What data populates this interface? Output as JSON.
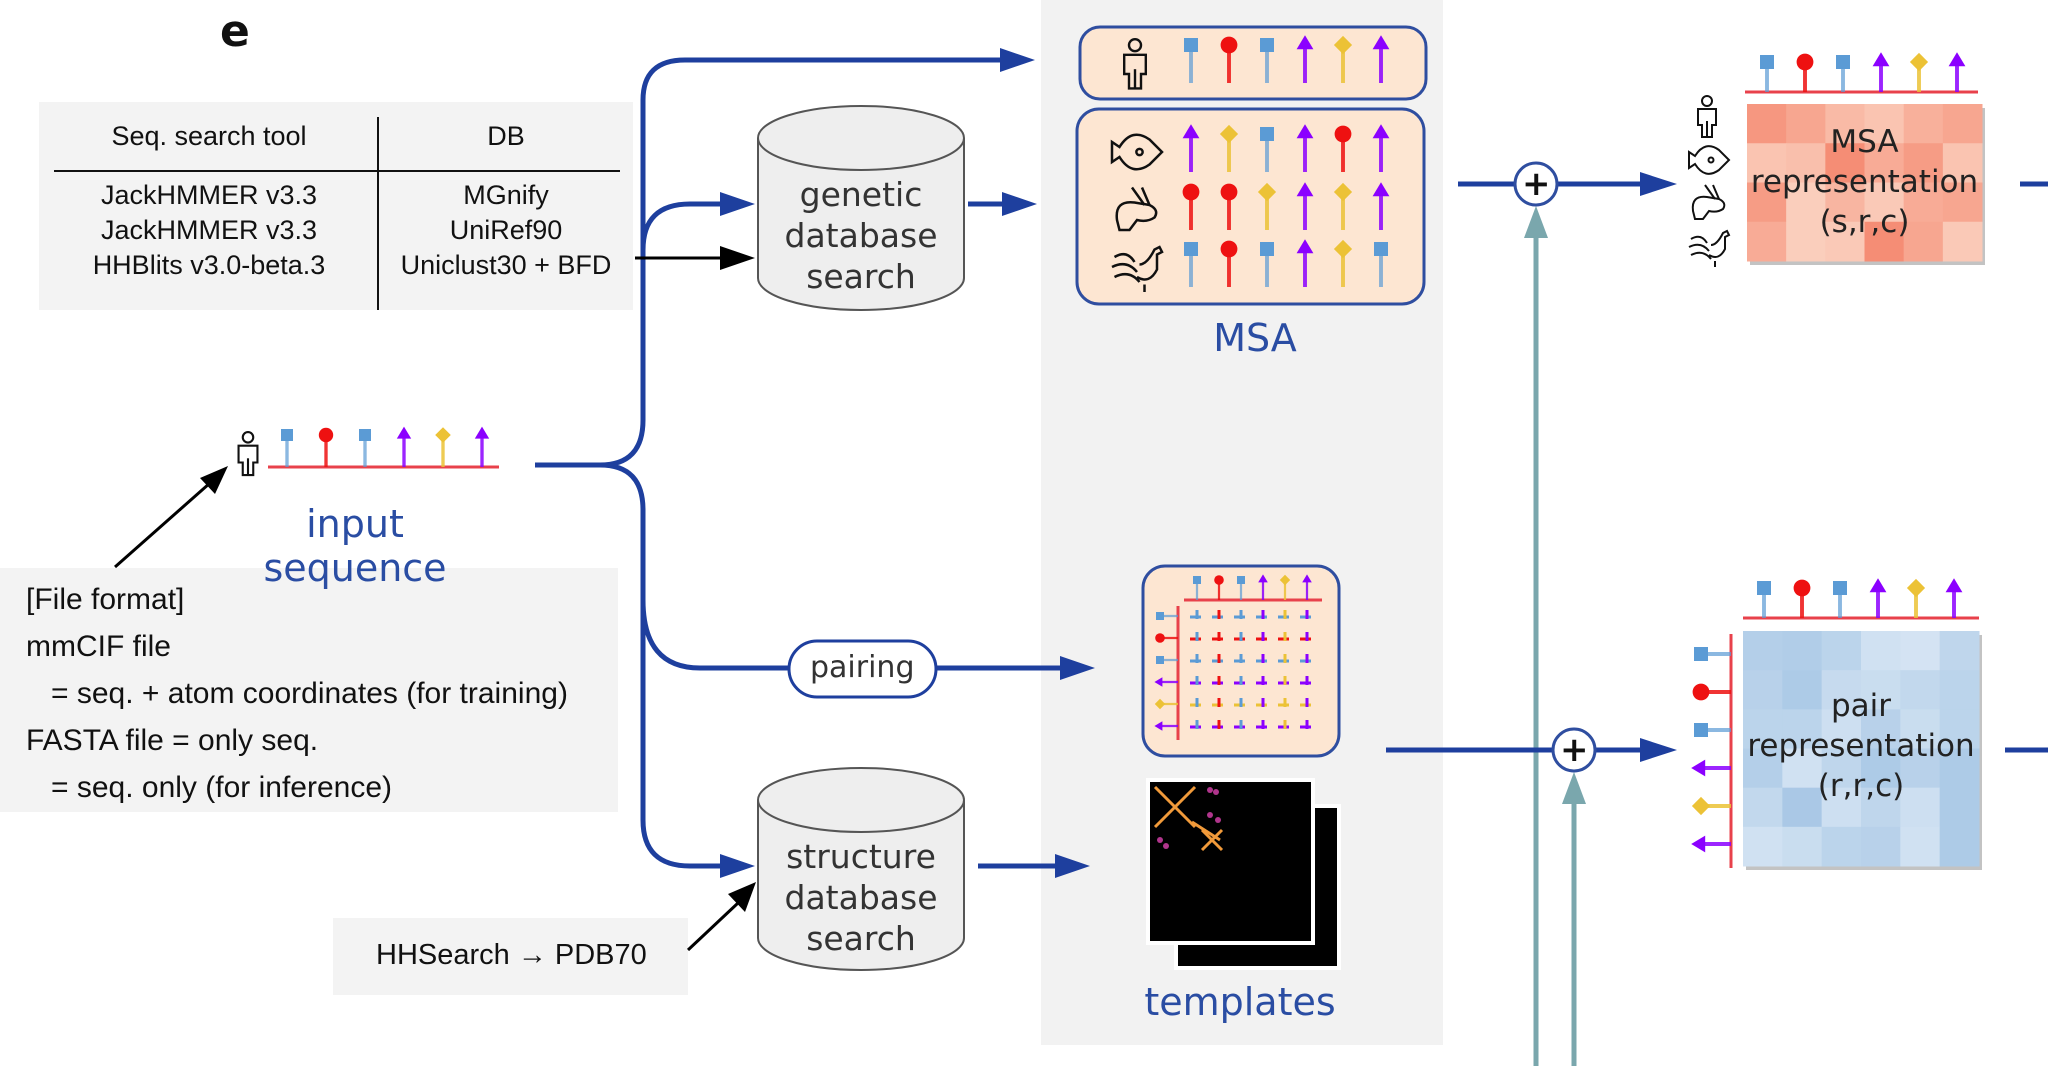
{
  "panel_label": "e",
  "colors": {
    "flow_blue": "#1e3f9e",
    "skip_teal": "#7aa7ad",
    "residue_blue": "#5b9bd5",
    "residue_red": "#ee1111",
    "residue_purple": "#8b00ff",
    "residue_yellow": "#ecc236",
    "backbone_red": "#e8414b",
    "msa_box_fill": "#fde6d2",
    "msa_box_border": "#2f4ea0",
    "msa_rep_fill": "#f7a888",
    "pair_rep_fill": "#b3d2ea",
    "panel_gray": "#f2f2f2"
  },
  "search_table": {
    "headers": [
      "Seq. search tool",
      "DB"
    ],
    "rows": [
      [
        "JackHMMER v3.3",
        "MGnify"
      ],
      [
        "JackHMMER v3.3",
        "UniRef90"
      ],
      [
        "HHBlits v3.0-beta.3",
        "Uniclust30 + BFD"
      ]
    ]
  },
  "file_format_note": {
    "lines": [
      "[File format]",
      "mmCIF file",
      "   = seq. + atom coordinates (for training)",
      "FASTA file = only seq.",
      "   = seq. only (for inference)"
    ]
  },
  "structure_search_note": "HHSearch → PDB70",
  "input_sequence": {
    "label": "input sequence",
    "species_icon": "human-icon",
    "residues": [
      "square-blue",
      "circle-red",
      "square-blue",
      "arrow-purple",
      "diamond-yellow",
      "arrow-purple"
    ]
  },
  "genetic_db": {
    "lines": [
      "genetic",
      "database",
      "search"
    ]
  },
  "structure_db": {
    "lines": [
      "structure",
      "database",
      "search"
    ]
  },
  "pairing_label": "pairing",
  "msa": {
    "label": "MSA",
    "query_row": {
      "species": "human-icon",
      "residues": [
        "square-blue",
        "circle-red",
        "square-blue",
        "arrow-purple",
        "diamond-yellow",
        "arrow-purple"
      ]
    },
    "rows": [
      {
        "species": "fish-icon",
        "residues": [
          "arrow-purple",
          "diamond-yellow",
          "square-blue",
          "arrow-purple",
          "circle-red",
          "arrow-purple"
        ]
      },
      {
        "species": "rabbit-icon",
        "residues": [
          "circle-red",
          "circle-red",
          "diamond-yellow",
          "arrow-purple",
          "diamond-yellow",
          "arrow-purple"
        ]
      },
      {
        "species": "rooster-icon",
        "residues": [
          "square-blue",
          "circle-red",
          "square-blue",
          "arrow-purple",
          "diamond-yellow",
          "square-blue"
        ]
      }
    ]
  },
  "templates_label": "templates",
  "msa_representation": {
    "lines": [
      "MSA",
      "representation",
      "(s,r,c)"
    ]
  },
  "pair_representation": {
    "lines": [
      "pair",
      "representation",
      "(r,r,c)"
    ]
  },
  "plus_symbol": "+"
}
